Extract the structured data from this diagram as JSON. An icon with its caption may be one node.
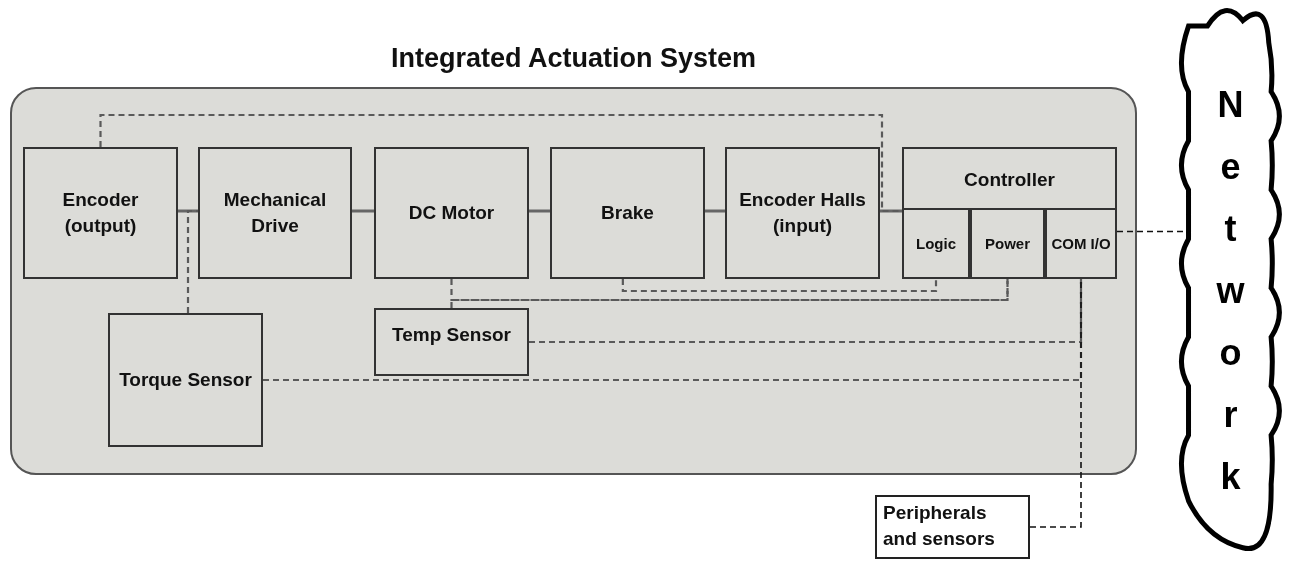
{
  "diagram": {
    "nodes": [
      {
        "text": [
          "Integrated Actuation System"
        ]
      },
      {
        "text": [
          "Encoder (output)"
        ],
        "in": 0
      },
      {
        "text": [
          "Mechanical Drive"
        ],
        "in": 0
      },
      {
        "text": [
          "DC Motor"
        ],
        "in": 0
      },
      {
        "text": [
          "Brake"
        ],
        "in": 0
      },
      {
        "text": [
          "Encoder Halls (input)"
        ],
        "in": 0
      },
      {
        "text": [
          "Controller"
        ],
        "in": 0
      },
      {
        "text": [
          "Logic"
        ],
        "in": 6
      },
      {
        "text": [
          "Power"
        ],
        "in": 6
      },
      {
        "text": [
          "COM I/O"
        ],
        "in": 6
      },
      {
        "text": [
          "Torque Sensor"
        ],
        "in": 0
      },
      {
        "text": [
          "Temp Sensor"
        ],
        "in": 0
      },
      {
        "text": [
          "Peripherals and sensors"
        ]
      },
      {
        "text": [
          "Network"
        ]
      }
    ],
    "edges": [
      {
        "from": 1,
        "to": 2,
        "arrow": "none"
      },
      {
        "from": 2,
        "to": 3,
        "arrow": "none"
      },
      {
        "from": 3,
        "to": 4,
        "arrow": "none"
      },
      {
        "from": 4,
        "to": 5,
        "arrow": "none"
      },
      {
        "from": 5,
        "to": 6,
        "arrow": "none"
      },
      {
        "from": 1,
        "to": 6,
        "arrow": "none",
        "style": "dashed"
      },
      {
        "from": 10,
        "to": 2,
        "arrow": "none",
        "style": "dashed"
      },
      {
        "from": 3,
        "to": 8,
        "arrow": "none",
        "style": "dashed"
      },
      {
        "from": 11,
        "to": 8,
        "arrow": "none",
        "style": "dashed"
      },
      {
        "from": 4,
        "to": 7,
        "arrow": "none",
        "style": "dashed"
      },
      {
        "from": 11,
        "to": 9,
        "arrow": "none",
        "style": "dashed"
      },
      {
        "from": 10,
        "to": 9,
        "arrow": "none",
        "style": "dashed"
      },
      {
        "from": 12,
        "to": 9,
        "arrow": "none",
        "style": "dashed",
        "color": "#111111"
      },
      {
        "from": 9,
        "to": 13,
        "arrow": "none",
        "style": "dashed",
        "color": "#111111"
      }
    ]
  }
}
